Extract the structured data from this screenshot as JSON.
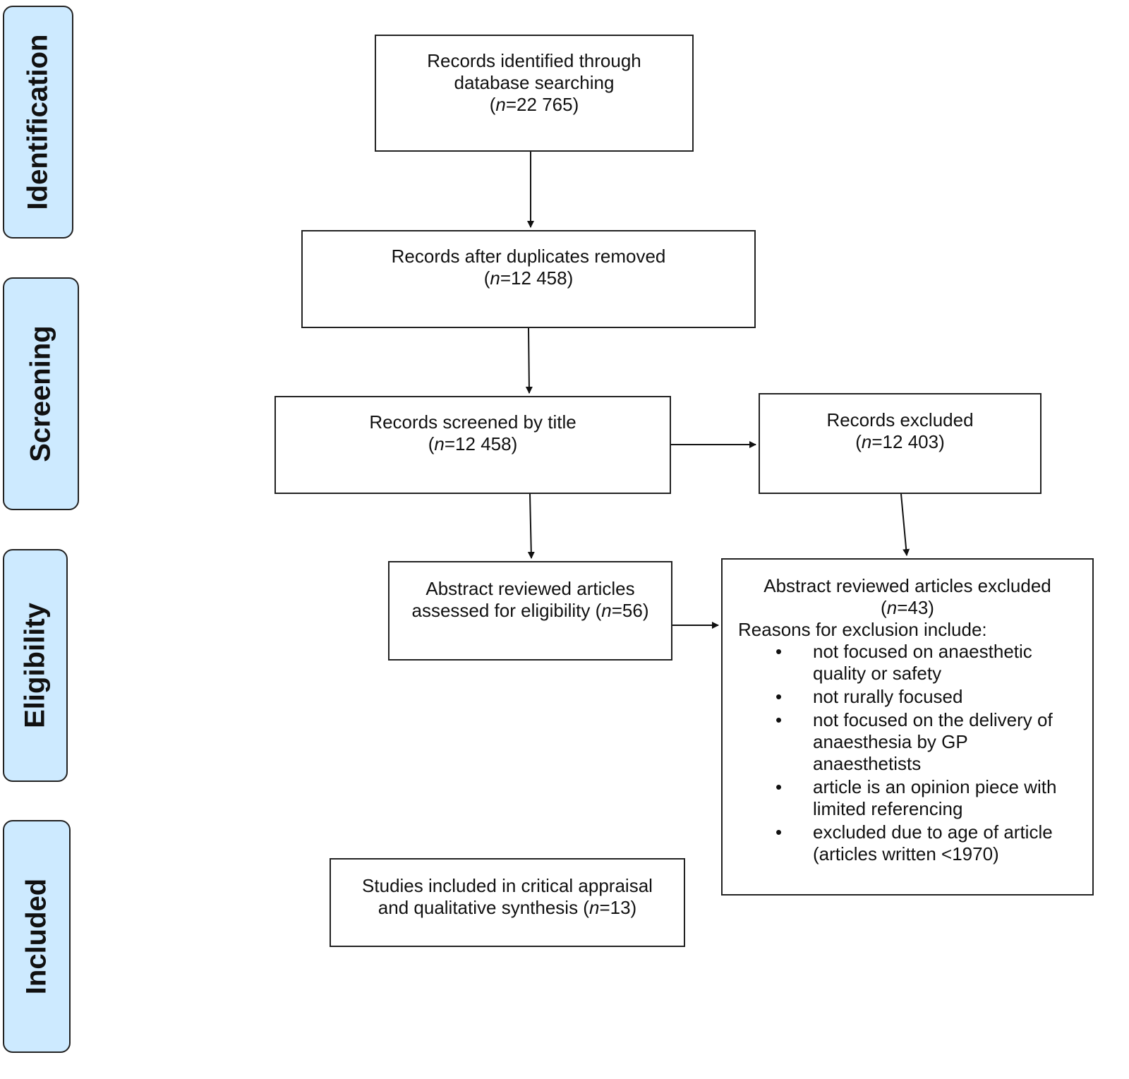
{
  "stages": {
    "identification": "Identification",
    "screening": "Screening",
    "eligibility": "Eligibility",
    "included": "Included"
  },
  "boxes": {
    "identified": {
      "line1": "Records identified through",
      "line2": "database searching",
      "n_prefix": "(",
      "n_var": "n",
      "n_value": "=22 765)"
    },
    "duplicates_removed": {
      "line1": "Records after duplicates removed",
      "n_prefix": "(",
      "n_var": "n",
      "n_value": "=12 458)"
    },
    "screened": {
      "line1": "Records screened by title",
      "n_prefix": "(",
      "n_var": "n",
      "n_value": "=12 458)"
    },
    "excluded": {
      "line1": "Records excluded",
      "n_prefix": "(",
      "n_var": "n",
      "n_value": "=12 403)"
    },
    "abstract_reviewed": {
      "line1": "Abstract reviewed articles",
      "line2_prefix": "assessed for eligibility (",
      "n_var": "n",
      "n_value": "=56)"
    },
    "abstract_excluded": {
      "line1": "Abstract reviewed articles excluded",
      "n_prefix": "(",
      "n_var": "n",
      "n_value": "=43)",
      "reasons_title": "Reasons for exclusion include:",
      "bullet_char": "•",
      "reasons": [
        "not focused on anaesthetic quality or safety",
        "not rurally focused",
        "not focused on the delivery of anaesthesia by GP anaesthetists",
        "article is an opinion piece with limited referencing",
        "excluded due to age of article (articles written <1970)"
      ]
    },
    "included": {
      "line1": "Studies included in critical appraisal",
      "line2_prefix": "and qualitative synthesis (",
      "n_var": "n",
      "n_value": "=13)"
    }
  },
  "colors": {
    "stage_fill": "#cdeaff",
    "stroke": "#222222",
    "text": "#111111"
  }
}
